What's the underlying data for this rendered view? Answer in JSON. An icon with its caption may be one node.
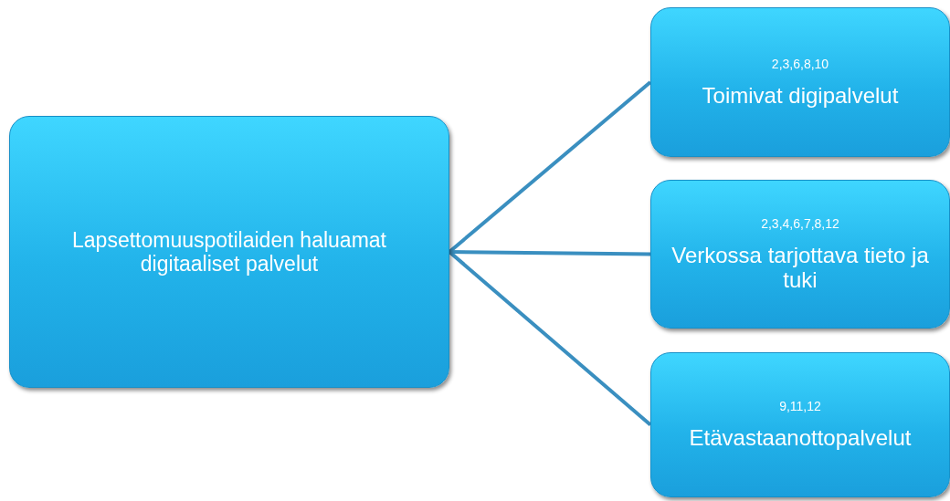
{
  "diagram": {
    "nodes": [
      {
        "text": [
          "Lapsettomuuspotilaiden haluamat digitaaliset palvelut"
        ]
      },
      {
        "text": [
          "2,3,6,8,10",
          "Toimivat digipalvelut"
        ]
      },
      {
        "text": [
          "2,3,4,6,7,8,12",
          "Verkossa tarjottava tieto ja tuki"
        ]
      },
      {
        "text": [
          "9,11,12",
          "Etävastaanottopalvelut"
        ]
      }
    ],
    "edges": [
      {
        "from": 0,
        "to": 1,
        "arrow": "none"
      },
      {
        "from": 0,
        "to": 2,
        "arrow": "none"
      },
      {
        "from": 0,
        "to": 3,
        "arrow": "none"
      }
    ]
  }
}
